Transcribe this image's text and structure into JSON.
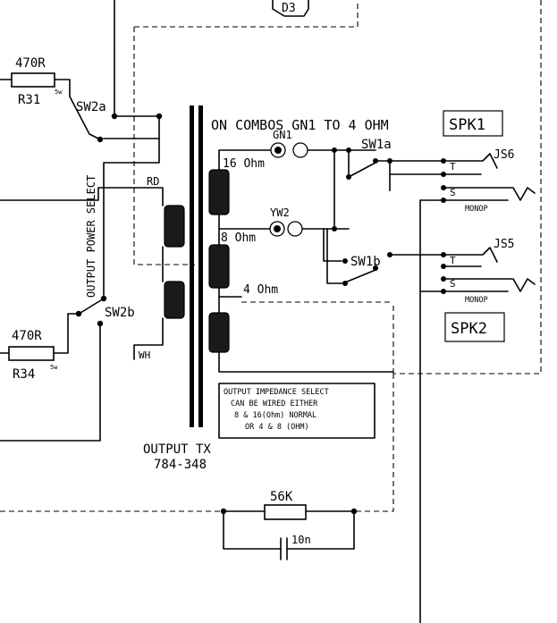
{
  "labels": {
    "d3": "D3",
    "r31_value": "470R",
    "r31_ref": "R31",
    "r31_power": "5w",
    "sw2a": "SW2a",
    "output_power_select": "OUTPUT POWER SELECT",
    "sw2b": "SW2b",
    "r34_value": "470R",
    "r34_ref": "R34",
    "r34_power": "5w",
    "rd": "RD",
    "wh": "WH",
    "on_combos": "ON COMBOS GN1 TO 4 OHM",
    "spk1": "SPK1",
    "spk2": "SPK2",
    "gn1": "GN1",
    "yw2": "YW2",
    "tap_16": "16 Ohm",
    "tap_8": "8 Ohm",
    "tap_4": "4 Ohm",
    "sw1a": "SW1a",
    "sw1b": "SW1b",
    "js6": "JS6",
    "js5": "JS5",
    "js6_t": "T",
    "js6_s": "S",
    "js6_monop": "MONOP",
    "js5_t": "T",
    "js5_s": "S",
    "js5_monop": "MONOP",
    "note_line1": "OUTPUT IMPEDANCE SELECT",
    "note_line2": "CAN BE WIRED EITHER",
    "note_line3": "8 & 16(Ohm) NORMAL",
    "note_line4": "OR 4 & 8 (OHM)",
    "output_tx": "OUTPUT TX",
    "output_tx_part": "784-348",
    "r56k": "56K",
    "c10n": "10n"
  }
}
